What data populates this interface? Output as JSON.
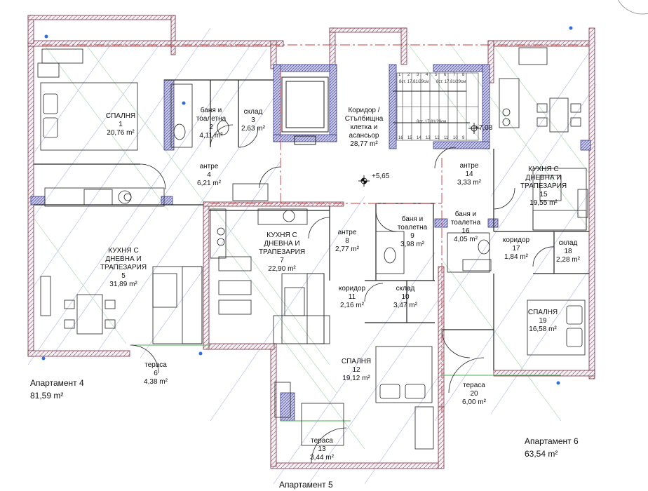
{
  "rooms": [
    {
      "id": "r1",
      "lines": [
        "СПАЛНЯ",
        "1",
        "20,76 m²"
      ]
    },
    {
      "id": "r2",
      "lines": [
        "баня и",
        "тоалетна",
        "2",
        "4,11 m²"
      ]
    },
    {
      "id": "r3",
      "lines": [
        "склад",
        "3",
        "2,63 m²"
      ]
    },
    {
      "id": "r4",
      "lines": [
        "антре",
        "4",
        "6,21 m²"
      ]
    },
    {
      "id": "r5",
      "lines": [
        "КУХНЯ С",
        "ДНЕВНА И",
        "ТРАПЕЗАРИЯ",
        "5",
        "31,89 m²"
      ]
    },
    {
      "id": "r6",
      "lines": [
        "тераса",
        "6",
        "4,38 m²"
      ]
    },
    {
      "id": "r7",
      "lines": [
        "КУХНЯ С",
        "ДНЕВНА И",
        "ТРАПЕЗАРИЯ",
        "7",
        "22,90 m²"
      ]
    },
    {
      "id": "r8",
      "lines": [
        "антре",
        "8",
        "2,77 m²"
      ]
    },
    {
      "id": "r9",
      "lines": [
        "баня и",
        "тоалетна",
        "9",
        "3,98 m²"
      ]
    },
    {
      "id": "r10",
      "lines": [
        "склад",
        "10",
        "3,47 m²"
      ]
    },
    {
      "id": "r11",
      "lines": [
        "коридор",
        "11",
        "2,16 m²"
      ]
    },
    {
      "id": "r12",
      "lines": [
        "СПАЛНЯ",
        "12",
        "19,12 m²"
      ]
    },
    {
      "id": "r13",
      "lines": [
        "тераса",
        "13",
        "3,44 m²"
      ]
    },
    {
      "id": "r14",
      "lines": [
        "антре",
        "14",
        "3,33 m²"
      ]
    },
    {
      "id": "r15",
      "lines": [
        "КУХНЯ С",
        "ДНЕВНА И",
        "ТРАПЕЗАРИЯ",
        "15",
        "19,55 m²"
      ]
    },
    {
      "id": "r16",
      "lines": [
        "баня и",
        "тоалетна",
        "16",
        "4,05 m²"
      ]
    },
    {
      "id": "r17",
      "lines": [
        "коридор",
        "17",
        "1,84 m²"
      ]
    },
    {
      "id": "r18",
      "lines": [
        "склад",
        "18",
        "2,28 m²"
      ]
    },
    {
      "id": "r19",
      "lines": [
        "СПАЛНЯ",
        "19",
        "16,58 m²"
      ]
    },
    {
      "id": "r20",
      "lines": [
        "тераса",
        "20",
        "6,00 m²"
      ]
    },
    {
      "id": "core",
      "lines": [
        "Коридор /",
        "Стълбищна",
        "клетка и",
        "асансьор",
        "28,77 m²"
      ]
    }
  ],
  "apartments": [
    {
      "id": "a4",
      "name": "Апартамент 4",
      "area": "81,59 m²"
    },
    {
      "id": "a5",
      "name": "Апартамент 5",
      "area": ""
    },
    {
      "id": "a6",
      "name": "Апартамент 6",
      "area": "63,54 m²"
    }
  ],
  "elevations": {
    "floor": "+5,65",
    "landing": "+7,08"
  },
  "stair_labels": [
    "8ст. 17.81/29см",
    "8ст. 17.81/29см",
    "8ст. 17.81/29см"
  ],
  "stair_numbers": [
    "1",
    "2",
    "3",
    "4",
    "5",
    "6",
    "7",
    "8",
    "9",
    "10",
    "11",
    "12",
    "13",
    "14",
    "15",
    "16"
  ],
  "colors": {
    "wall": "#5a5aa8",
    "wall_fill": "#c9c9ee",
    "hatch": "#8fa0d8",
    "red_line": "#d23a3a",
    "green_line": "#4caf50",
    "ink": "#222222",
    "marker": "#2f6fd6"
  }
}
